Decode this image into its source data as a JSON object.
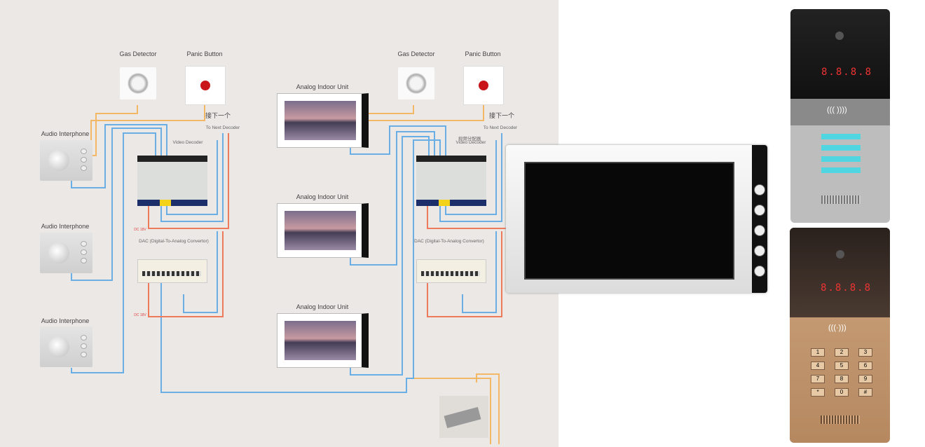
{
  "labels": {
    "gas": "Gas Detector",
    "panic": "Panic Button",
    "next_cn": "接下一个",
    "next_en": "To Next Decoder",
    "decoder": "Video Decoder",
    "decoder_cn": "视频分配器",
    "dac": "DAC (Digital-To-Analog Convertor)",
    "audio": "Audio Interphone",
    "indoor": "Analog Indoor Unit",
    "power": "DC 18V"
  },
  "door1": {
    "display": "8.8.8.8",
    "rfid": "((( ))))"
  },
  "door2": {
    "display": "8.8.8.8",
    "keys": [
      "1",
      "2",
      "3",
      "4",
      "5",
      "6",
      "7",
      "8",
      "9",
      "*",
      "0",
      "#"
    ]
  },
  "colors": {
    "wire_blue": "#6aaee6",
    "wire_orange": "#f2b866",
    "wire_red": "#ee7a5c",
    "brushed": "#bdbdbd",
    "bronze": "#c49a72"
  }
}
